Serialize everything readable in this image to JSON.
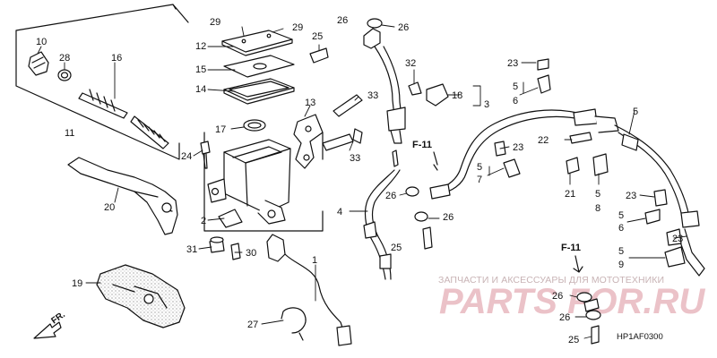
{
  "diagram": {
    "drawing_code": "HP1AF0300",
    "direction_label": "FR.",
    "ref_label": "F-11",
    "watermark": {
      "caption": "ЗАПЧАСТИ И АКСЕССУАРЫ ДЛЯ МОТОТЕХНИКИ",
      "logo": "PARTS FOR.RU"
    }
  },
  "callouts": [
    {
      "id": "c1",
      "text": "10"
    },
    {
      "id": "c2",
      "text": "28"
    },
    {
      "id": "c3",
      "text": "16"
    },
    {
      "id": "c4",
      "text": "11"
    },
    {
      "id": "c5",
      "text": "29"
    },
    {
      "id": "c6",
      "text": "29"
    },
    {
      "id": "c7",
      "text": "12"
    },
    {
      "id": "c8",
      "text": "15"
    },
    {
      "id": "c9",
      "text": "14"
    },
    {
      "id": "c10",
      "text": "13"
    },
    {
      "id": "c11",
      "text": "17"
    },
    {
      "id": "c12",
      "text": "24"
    },
    {
      "id": "c13",
      "text": "20"
    },
    {
      "id": "c14",
      "text": "2"
    },
    {
      "id": "c15",
      "text": "31"
    },
    {
      "id": "c16",
      "text": "30"
    },
    {
      "id": "c17",
      "text": "19"
    },
    {
      "id": "c18",
      "text": "27"
    },
    {
      "id": "c19",
      "text": "1"
    },
    {
      "id": "c20",
      "text": "33"
    },
    {
      "id": "c21",
      "text": "33"
    },
    {
      "id": "c22",
      "text": "26"
    },
    {
      "id": "c23",
      "text": "26"
    },
    {
      "id": "c24",
      "text": "25"
    },
    {
      "id": "c25",
      "text": "32"
    },
    {
      "id": "c26",
      "text": "18"
    },
    {
      "id": "c27",
      "text": "3"
    },
    {
      "id": "c28",
      "text": "4"
    },
    {
      "id": "c29",
      "text": "26"
    },
    {
      "id": "c30",
      "text": "26"
    },
    {
      "id": "c31",
      "text": "25"
    },
    {
      "id": "c32",
      "text": "23"
    },
    {
      "id": "c33",
      "text": "5"
    },
    {
      "id": "c34",
      "text": "6"
    },
    {
      "id": "c35",
      "text": "23"
    },
    {
      "id": "c36",
      "text": "22"
    },
    {
      "id": "c37",
      "text": "5"
    },
    {
      "id": "c38",
      "text": "7"
    },
    {
      "id": "c39",
      "text": "5"
    },
    {
      "id": "c40",
      "text": "21"
    },
    {
      "id": "c41",
      "text": "5"
    },
    {
      "id": "c42",
      "text": "8"
    },
    {
      "id": "c43",
      "text": "23"
    },
    {
      "id": "c44",
      "text": "5"
    },
    {
      "id": "c45",
      "text": "6"
    },
    {
      "id": "c46",
      "text": "23"
    },
    {
      "id": "c47",
      "text": "5"
    },
    {
      "id": "c48",
      "text": "9"
    },
    {
      "id": "c49",
      "text": "26"
    },
    {
      "id": "c50",
      "text": "26"
    },
    {
      "id": "c51",
      "text": "25"
    }
  ]
}
